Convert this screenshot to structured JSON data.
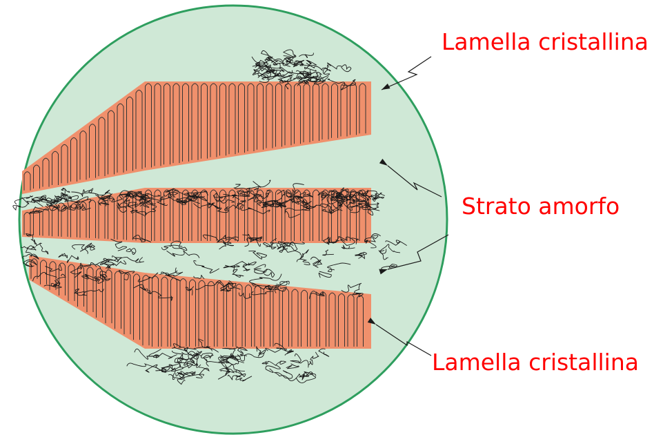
{
  "labels": {
    "top": "Lamella cristallina",
    "middle": "Strato amorfo",
    "bottom": "Lamella cristallina"
  },
  "colors": {
    "label_text": "#ff0000",
    "disk_fill": "#cfe8d6",
    "disk_outline": "#2e9e5e",
    "lamella_fill": "#f0906c",
    "chain_line": "#1a1a1a",
    "fold_line": "#333333"
  }
}
